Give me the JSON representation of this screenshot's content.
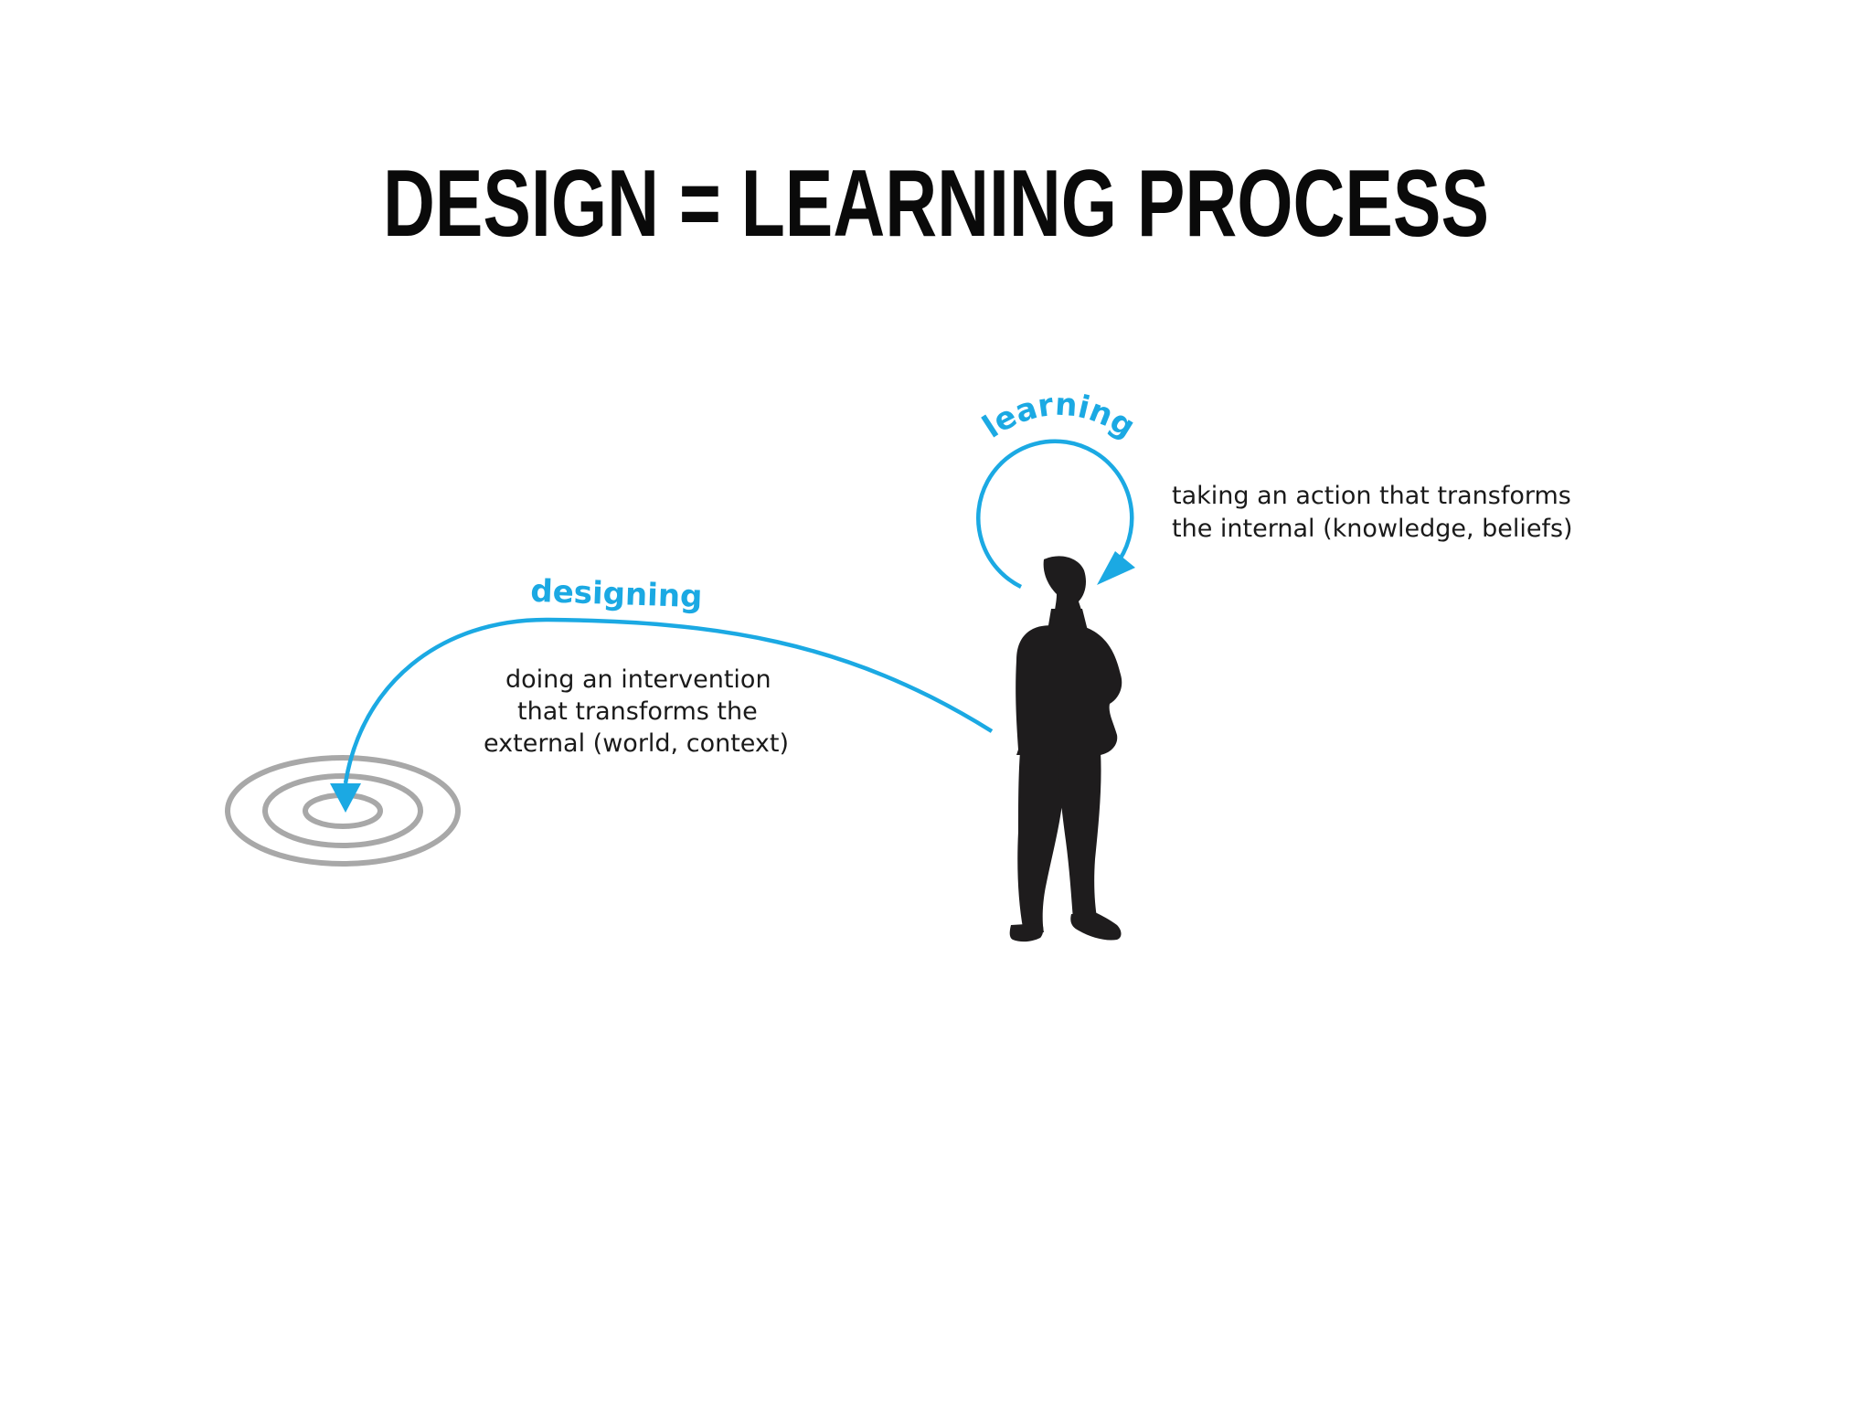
{
  "title": "DESIGN = LEARNING PROCESS",
  "designing": {
    "label": "designing",
    "description": [
      "doing an intervention",
      "that transforms the",
      "external (world, context)"
    ]
  },
  "learning": {
    "label": "learning",
    "description": [
      "taking an action that transforms",
      "the internal (knowledge, beliefs)"
    ]
  },
  "icons": {
    "person": "person-silhouette-icon",
    "target": "target-rings-icon"
  },
  "colors": {
    "accent": "#1ba9e3",
    "text": "#1a1a1a",
    "title": "#0a0a0a",
    "silhouette": "#1e1c1d",
    "target": "#a8a8a8"
  }
}
